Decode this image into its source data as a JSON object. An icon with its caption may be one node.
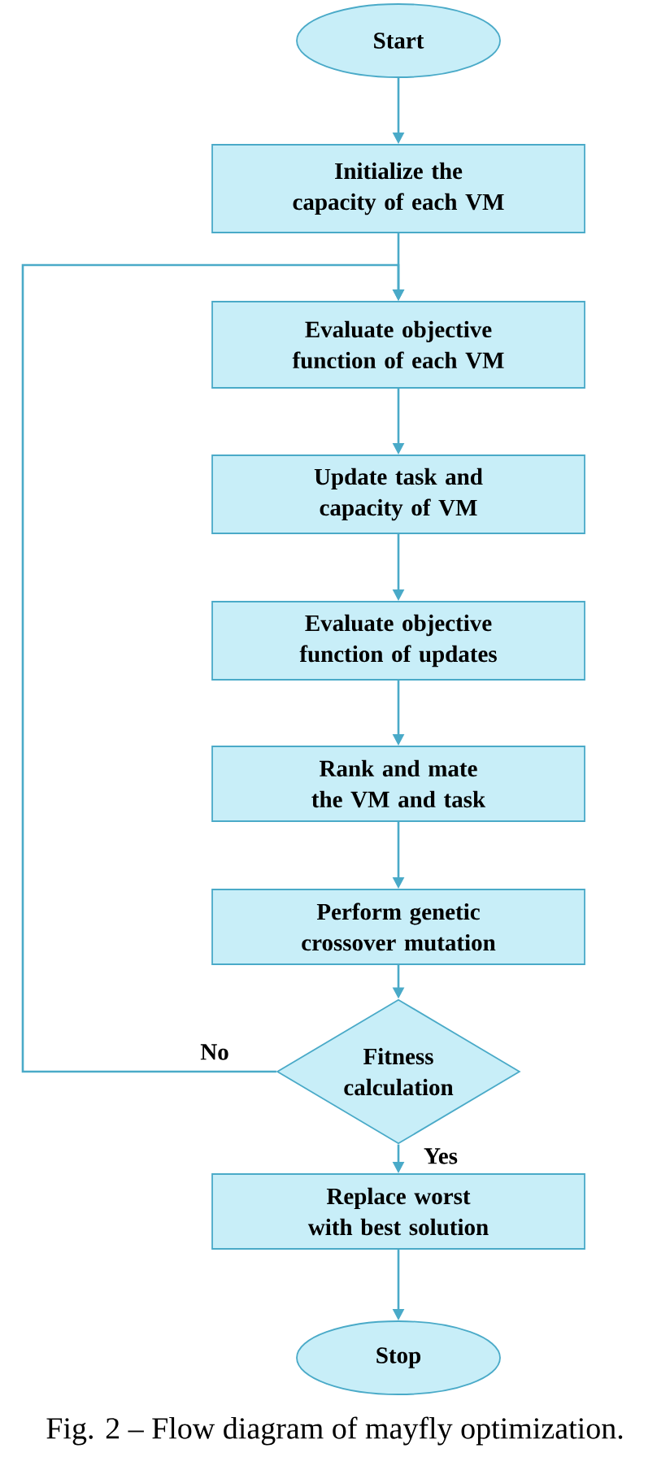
{
  "diagram": {
    "caption": "Fig. 2 – Flow diagram of mayfly optimization.",
    "nodes": [
      {
        "text": [
          "Start"
        ]
      },
      {
        "text": [
          "Initialize the capacity of each VM"
        ]
      },
      {
        "text": [
          "Evaluate objective function of each VM"
        ]
      },
      {
        "text": [
          "Update task and capacity of VM"
        ]
      },
      {
        "text": [
          "Evaluate objective function of updates"
        ]
      },
      {
        "text": [
          "Rank and mate the VM and task"
        ]
      },
      {
        "text": [
          "Perform genetic crossover mutation"
        ]
      },
      {
        "text": [
          "Fitness calculation"
        ]
      },
      {
        "text": [
          "Replace worst with best solution"
        ]
      },
      {
        "text": [
          "Stop"
        ]
      }
    ],
    "edges": [
      {
        "from": 0,
        "to": 1,
        "arrow": "to"
      },
      {
        "from": 1,
        "to": 2,
        "arrow": "to"
      },
      {
        "from": 2,
        "to": 3,
        "arrow": "to"
      },
      {
        "from": 3,
        "to": 4,
        "arrow": "to"
      },
      {
        "from": 4,
        "to": 5,
        "arrow": "to"
      },
      {
        "from": 5,
        "to": 6,
        "arrow": "to"
      },
      {
        "from": 6,
        "to": 7,
        "arrow": "to"
      },
      {
        "from": 7,
        "to": 8,
        "arrow": "to",
        "label": "Yes"
      },
      {
        "from": 7,
        "to": 2,
        "arrow": "to",
        "label": "No"
      },
      {
        "from": 8,
        "to": 9,
        "arrow": "to"
      }
    ]
  }
}
